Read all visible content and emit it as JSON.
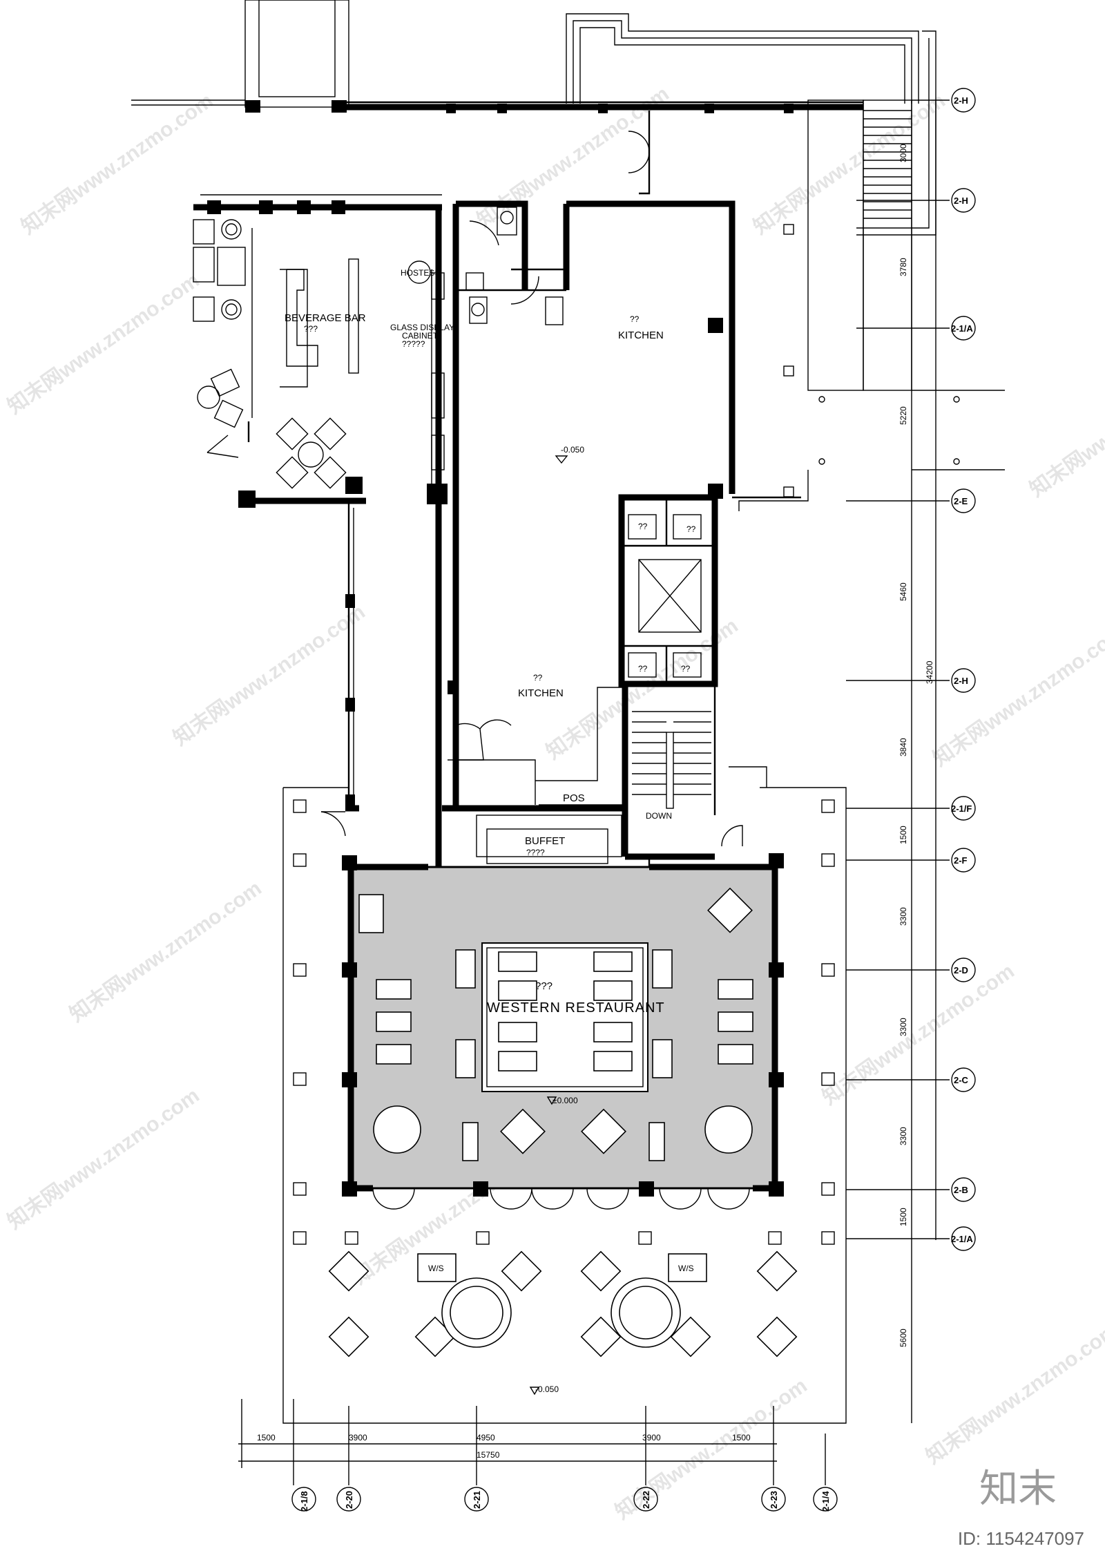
{
  "rooms": {
    "beverage_bar": "BEVERAGE BAR",
    "beverage_bar_sub": "???",
    "hostess": "HOSTESS",
    "glass_display": "GLASS DISPLAY",
    "glass_display_2": "CABINET",
    "glass_display_sub": "?????",
    "kitchen_top_q": "??",
    "kitchen_top": "KITCHEN",
    "kitchen_bottom_q": "??",
    "kitchen_bottom": "KITCHEN",
    "pos": "POS",
    "buffet": "BUFFET",
    "buffet_sub": "????",
    "down": "DOWN",
    "western_restaurant": "WESTERN RESTAURANT",
    "western_restaurant_q": "???",
    "ws_left": "W/S",
    "ws_right": "W/S",
    "small_room_1": "??",
    "small_room_2": "??",
    "small_room_3": "??",
    "small_room_4": "??"
  },
  "levels": {
    "kitchen_level": "-0.050",
    "restaurant_level": "±0.000",
    "terrace_level": "-0.050"
  },
  "dimensions": {
    "vertical": [
      "3000",
      "3780",
      "5220",
      "5460",
      "3840",
      "1500",
      "3300",
      "3300",
      "3300",
      "1500",
      "5600"
    ],
    "vertical_total": "34200",
    "horizontal": [
      "1500",
      "3900",
      "4950",
      "3900",
      "1500"
    ],
    "horizontal_total": "15750"
  },
  "grid_axes": {
    "right": [
      "2-H",
      "2-H",
      "2-1/A",
      "2-E",
      "2-H",
      "2-1/F",
      "2-F",
      "2-D",
      "2-C",
      "2-B",
      "2-1/A"
    ],
    "bottom": [
      "2-1/8",
      "2-20",
      "2-21",
      "2-22",
      "2-23",
      "2-1/4"
    ]
  },
  "watermark": "知末网www.znzmo.com",
  "logo": "知末",
  "image_id": "ID: 1154247097"
}
